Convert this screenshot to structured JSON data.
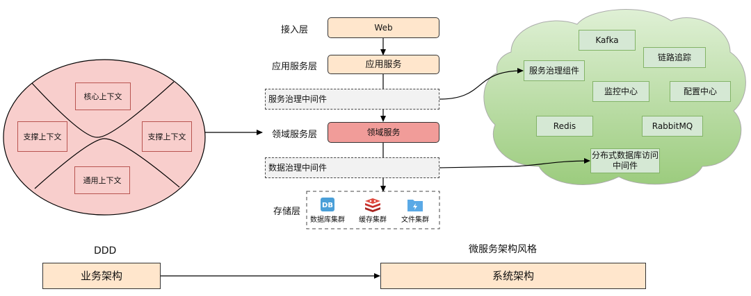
{
  "ddd": {
    "contexts": {
      "top": "核心上下文",
      "left": "支撑上下文",
      "right": "支撑上下文",
      "bottom": "通用上下文"
    }
  },
  "layers": {
    "access_label": "接入层",
    "web": "Web",
    "app_label": "应用服务层",
    "app_service": "应用服务",
    "service_governance": "服务治理中间件",
    "domain_label": "领域服务层",
    "domain_service": "领域服务",
    "data_governance": "数据治理中间件",
    "storage_label": "存储层"
  },
  "storage": {
    "db": "数据库集群",
    "db_icon_text": "DB",
    "cache": "缓存集群",
    "file": "文件集群"
  },
  "cloud": {
    "kafka": "Kafka",
    "service_gov_component": "服务治理组件",
    "tracing": "链路追踪",
    "monitor": "监控中心",
    "config": "配置中心",
    "redis": "Redis",
    "rabbitmq": "RabbitMQ",
    "distributed_db_line1": "分布式数据库访问",
    "distributed_db_line2": "中间件"
  },
  "bottom": {
    "ddd_caption": "DDD",
    "business_arch": "业务架构",
    "micro_caption": "微服务架构风格",
    "system_arch": "系统架构"
  },
  "colors": {
    "context_fill": "#f8cecc",
    "context_stroke": "#b85450",
    "peach": "#ffe6cc",
    "domain": "#f19c99",
    "cloud_fill": "#a9d18e",
    "cloud_item": "#d5e8d4",
    "db_icon": "#4a9fd8",
    "cache_icon": "#c9302c",
    "file_icon": "#5aa9e6"
  }
}
